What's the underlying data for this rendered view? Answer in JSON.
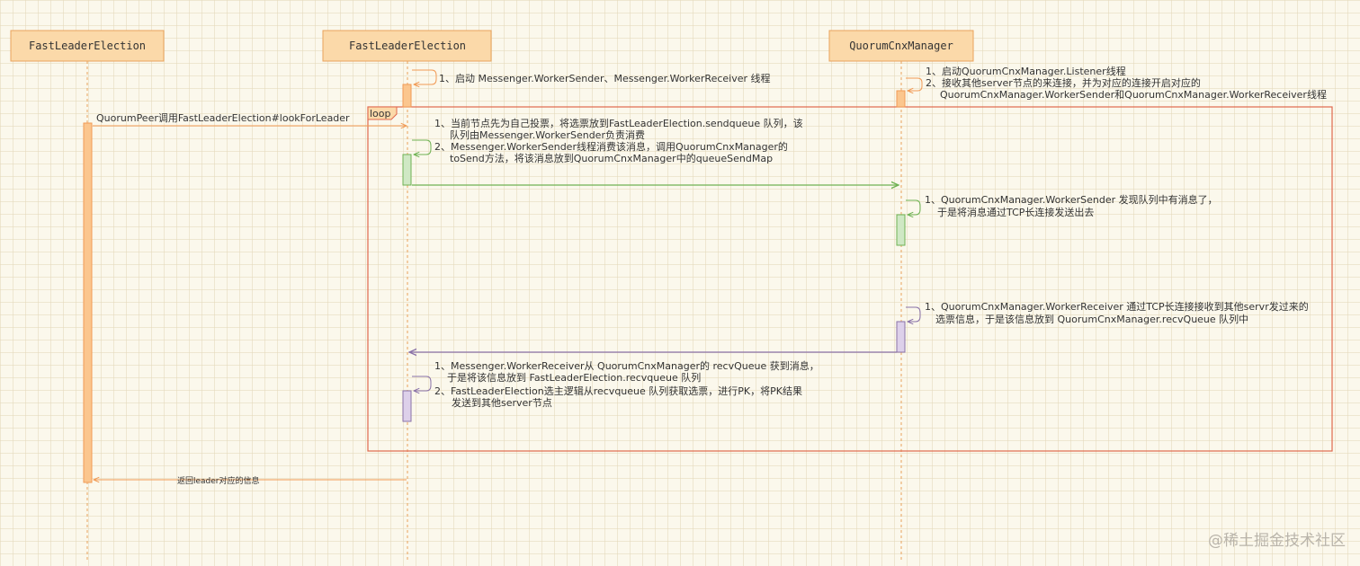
{
  "participants": [
    {
      "label": "FastLeaderElection"
    },
    {
      "label": "FastLeaderElection"
    },
    {
      "label": "QuorumCnxManager"
    }
  ],
  "loop_label": "loop",
  "messages": {
    "call": "QuorumPeer调用FastLeaderElection#lookForLeader",
    "return": "返回leader对应的信息"
  },
  "notes": {
    "start_threads": "1、启动 Messenger.WorkerSender、Messenger.WorkerReceiver 线程",
    "cnx_manager": [
      "1、启动QuorumCnxManager.Listener线程",
      "2、接收其他server节点的来连接，并为对应的连接开启对应的",
      "QuorumCnxManager.WorkerSender和QuorumCnxManager.WorkerReceiver线程"
    ],
    "vote_self": [
      "1、当前节点先为自己投票，将选票放到FastLeaderElection.sendqueue 队列，该",
      "队列由Messenger.WorkerSender负责消费",
      "2、Messenger.WorkerSender线程消费该消息，调用QuorumCnxManager的",
      "toSend方法，将该消息放到QuorumCnxManager中的queueSendMap"
    ],
    "worker_sender": [
      "1、QuorumCnxManager.WorkerSender 发现队列中有消息了，",
      "于是将消息通过TCP长连接发送出去"
    ],
    "worker_receiver": [
      "1、QuorumCnxManager.WorkerReceiver 通过TCP长连接接收到其他servr发过来的",
      "选票信息，于是该信息放到 QuorumCnxManager.recvQueue 队列中"
    ],
    "recv_queue": [
      "1、Messenger.WorkerReceiver从 QuorumCnxManager的 recvQueue 获到消息，",
      "于是将该信息放到 FastLeaderElection.recvqueue 队列",
      "2、FastLeaderElection选主逻辑从recvqueue 队列获取选票，进行PK，将PK结果",
      "发送到其他server节点"
    ]
  },
  "watermark": "@稀土掘金技术社区",
  "colors": {
    "orange": "#f19a55",
    "green": "#6fb253",
    "purple": "#8a72a8",
    "loop_border": "#e0684c"
  }
}
